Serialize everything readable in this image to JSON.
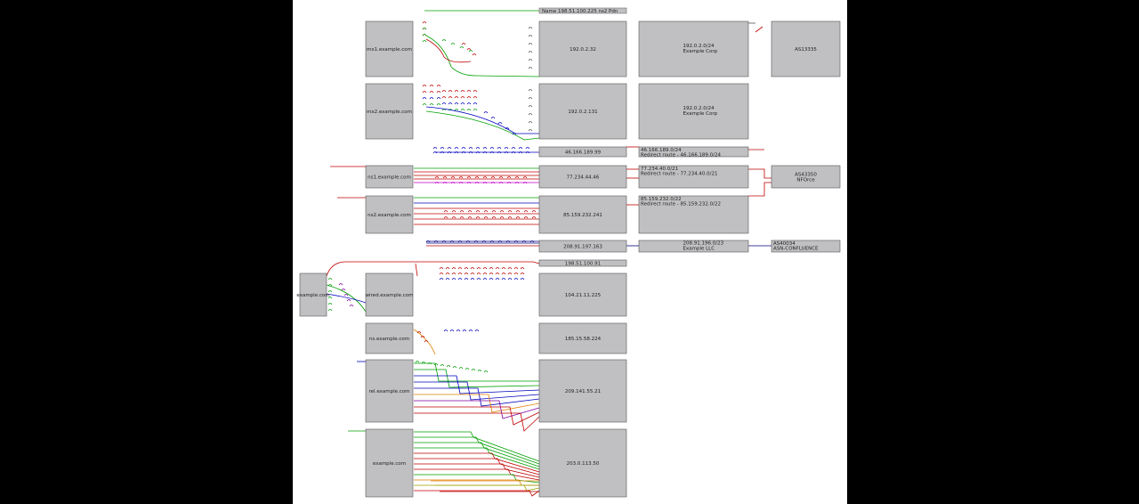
{
  "colors": {
    "page": "#000000",
    "canvas": "#ffffff",
    "box_fill": "#c0bfc2",
    "box_stroke": "#555555",
    "edge_red": "#c00000",
    "edge_green": "#00a000",
    "edge_blue": "#0000c0",
    "edge_orange": "#e08000",
    "edge_purple": "#8000a0",
    "edge_navy": "#000080",
    "edge_magenta": "#c000c0",
    "edge_olive": "#a0a000"
  },
  "diagram": {
    "header_label": "Name 198.51.100.225 ns2 Pdn",
    "sources": [
      {
        "id": "s1",
        "label": "mx1.example.com"
      },
      {
        "id": "s2",
        "label": "mx2.example.com"
      },
      {
        "id": "s3",
        "label": "ns1.example.com"
      },
      {
        "id": "s4",
        "label": "ns2.example.com"
      },
      {
        "id": "s5",
        "label": "rel.example.com"
      },
      {
        "id": "s6",
        "label": "ns.example.com"
      },
      {
        "id": "s7",
        "label": "example.com"
      },
      {
        "id": "s8",
        "label": "ns1.example.com"
      },
      {
        "id": "s9",
        "label": "wired.example.com"
      }
    ],
    "addresses": [
      {
        "id": "a1",
        "label": "192.0.2.32"
      },
      {
        "id": "a2",
        "label": "192.0.2.131"
      },
      {
        "id": "a3",
        "label": "46.166.189.99"
      },
      {
        "id": "a4",
        "label": "77.234.44.46"
      },
      {
        "id": "a5",
        "label": "85.159.232.241"
      },
      {
        "id": "a6",
        "label": "208.91.197.163"
      },
      {
        "id": "a7",
        "label": "198.51.100.91"
      },
      {
        "id": "a8",
        "label": "104.21.11.225"
      },
      {
        "id": "a9",
        "label": "185.15.58.224"
      },
      {
        "id": "a10",
        "label": "209.141.55.21"
      },
      {
        "id": "a11",
        "label": "203.0.113.50"
      }
    ],
    "prefixes": [
      {
        "id": "p1",
        "lines": [
          "192.0.2.0/24",
          "Example Corp"
        ]
      },
      {
        "id": "p2",
        "lines": [
          "192.0.2.0/24",
          "Example Corp"
        ]
      },
      {
        "id": "p3",
        "lines": [
          "46.166.189.0/24",
          "Redirect route - 46.166.189.0/24"
        ]
      },
      {
        "id": "p4",
        "lines": [
          "77.234.40.0/21",
          "Redirect route - 77.234.40.0/21"
        ]
      },
      {
        "id": "p5",
        "lines": [
          "85.159.232.0/22",
          "Redirect route - 85.159.232.0/22"
        ]
      },
      {
        "id": "p6",
        "lines": [
          "208.91.196.0/23",
          "Example LLC"
        ]
      }
    ],
    "asns": [
      {
        "id": "as1",
        "lines": [
          "AS13335"
        ]
      },
      {
        "id": "as2",
        "lines": [
          "AS43350",
          "NFOrce"
        ]
      },
      {
        "id": "as3",
        "lines": [
          "AS40034",
          "ASN-CONFLUENCE"
        ]
      }
    ],
    "left_node": {
      "label": "example.com"
    }
  }
}
